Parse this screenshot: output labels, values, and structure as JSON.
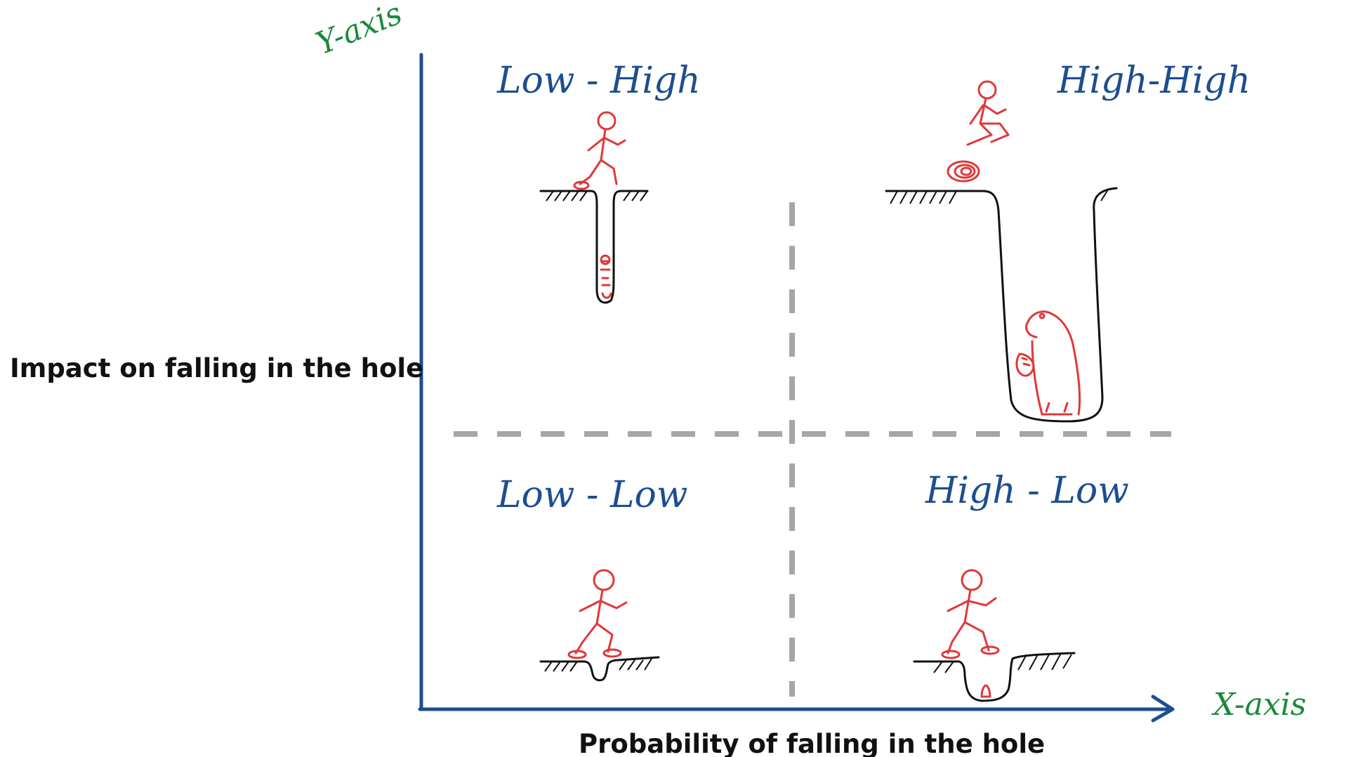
{
  "axes": {
    "y_axis_tag": "Y-axis",
    "x_axis_tag": "X-axis",
    "y_label": "Impact on falling in the hole",
    "x_label": "Probability of falling in the hole"
  },
  "quadrants": {
    "top_left": "Low - High",
    "top_right": "High-High",
    "bottom_left": "Low - Low",
    "bottom_right": "High - Low"
  },
  "colors": {
    "axis": "#1d4e8f",
    "quadrant_text": "#1d4e8f",
    "axis_tag": "#1a8a3a",
    "divider": "#a6a6a6",
    "figure": "#e0383a",
    "ground": "#111111"
  }
}
